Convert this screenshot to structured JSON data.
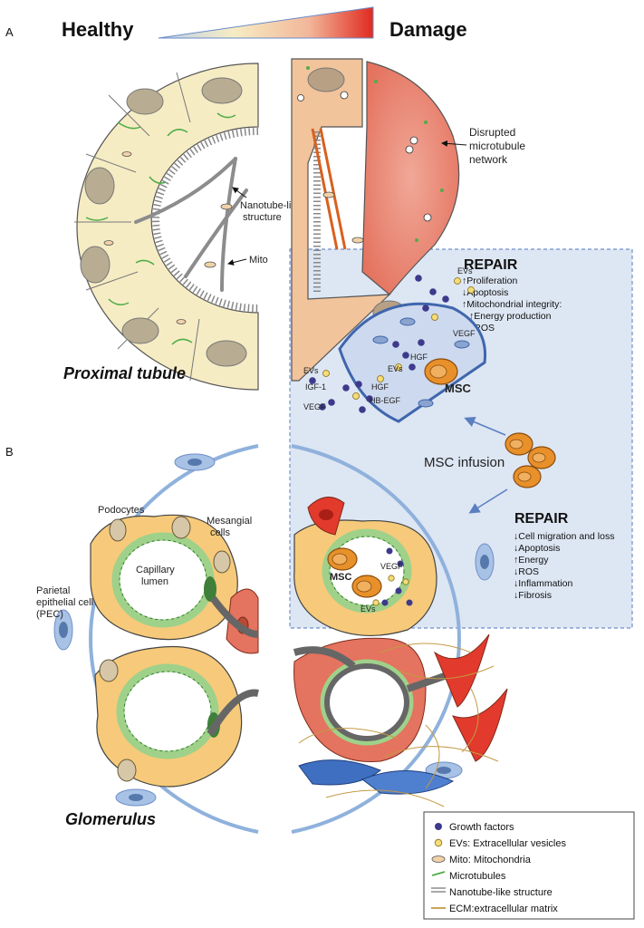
{
  "panels": {
    "a": "A",
    "b": "B"
  },
  "headers": {
    "healthy": "Healthy",
    "damage": "Damage"
  },
  "titles": {
    "tubule": "Proximal tubule",
    "glomerulus": "Glomerulus"
  },
  "tubule_labels": {
    "nanotube_line1": "Nanotube-like",
    "nanotube_line2": "structure",
    "mito": "Mito",
    "disrupted_line1": "Disrupted",
    "disrupted_line2": "microtubule",
    "disrupted_line3": "network"
  },
  "repair_top": {
    "title": "REPAIR",
    "items": [
      {
        "dir": "up",
        "text": "Proliferation"
      },
      {
        "dir": "down",
        "text": "Apoptosis"
      },
      {
        "dir": "up",
        "text": "Mitochondrial integrity:"
      },
      {
        "dir": "up",
        "text": "Energy production"
      },
      {
        "dir": "down",
        "text": "ROS"
      }
    ]
  },
  "msc_labels": {
    "msc": "MSC",
    "evs": "EVs",
    "vegf": "VEGF",
    "hgf": "HGF",
    "igf1": "IGF-1",
    "hbegf": "HB-EGF"
  },
  "infusion": "MSC infusion",
  "glom_labels": {
    "podocytes": "Podocytes",
    "mesangial_line1": "Mesangial",
    "mesangial_line2": "cells",
    "capillary_line1": "Capillary",
    "capillary_line2": "lumen",
    "pec_line1": "Parietal",
    "pec_line2": "epithelial cell",
    "pec_line3": "(PEC)"
  },
  "repair_bottom": {
    "title": "REPAIR",
    "items": [
      {
        "dir": "down",
        "text": "Cell migration and loss"
      },
      {
        "dir": "down",
        "text": "Apoptosis"
      },
      {
        "dir": "up",
        "text": "Energy"
      },
      {
        "dir": "down",
        "text": "ROS"
      },
      {
        "dir": "down",
        "text": "Inflammation"
      },
      {
        "dir": "down",
        "text": "Fibrosis"
      }
    ]
  },
  "legend": [
    {
      "symbol": "growth-factor",
      "text": "Growth factors"
    },
    {
      "symbol": "ev",
      "text": "EVs: Extracellular vesicles"
    },
    {
      "symbol": "mito",
      "text": "Mito: Mitochondria"
    },
    {
      "symbol": "microtubule",
      "text": "Microtubules"
    },
    {
      "symbol": "nanotube",
      "text": "Nanotube-like structure"
    },
    {
      "symbol": "ecm",
      "text": "ECM:extracellular matrix"
    }
  ],
  "colors": {
    "healthy_cell": "#f6ecc4",
    "damage_cell": "#e8806d",
    "repair_box": "#dde6f3",
    "growth_factor": "#3d3a8c",
    "ev": "#f4dc7a",
    "microtubule": "#4fae48",
    "nanotube": "#8c8c8c",
    "orange_tube": "#d8601f",
    "ecm": "#c49a45",
    "msc": "#e8902a",
    "capsule": "#8fb1dc"
  }
}
